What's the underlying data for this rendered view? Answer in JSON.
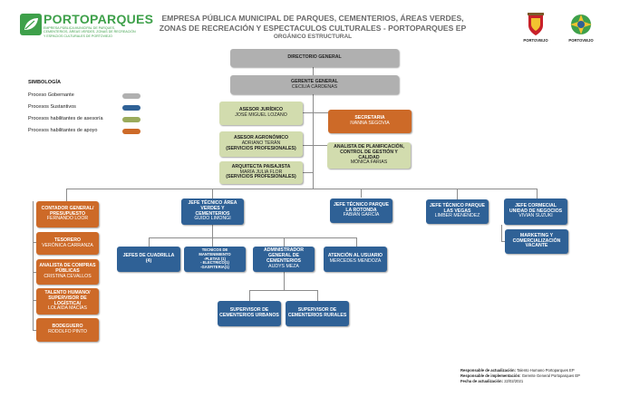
{
  "logo": {
    "brand": "PORTOPARQUES",
    "subtitle_lines": [
      "EMPRESA PÚBLICA MUNICIPAL DE PARQUES,",
      "CEMENTERIOS, ÁREAS VERDES, ZONAS DE RECREACIÓN",
      "Y ESPACIOS CULTURALES DE PORTOVIEJO"
    ]
  },
  "header": {
    "line1": "EMPRESA PÚBLICA MUNICIPAL DE PARQUES, CEMENTERIOS, ÁREAS VERDES,",
    "line2": "ZONAS DE RECREACIÓN Y ESPECTACULOS CULTURALES - PORTOPARQUES EP",
    "line3": "ORGÁNICO ESTRUCTURAL"
  },
  "right_logos": {
    "left_caption": "PORTOVIEJO",
    "right_caption": "PORTOVIEJO"
  },
  "legend": {
    "title": "SIMBOLOGÍA",
    "items": [
      {
        "label": "Proceso Gobernante",
        "color": "#b0b0b0"
      },
      {
        "label": "Procesos Sustantivos",
        "color": "#2f6196"
      },
      {
        "label": "Procesos habilitantes de asesoría",
        "color": "#9aab5b"
      },
      {
        "label": "Procesos habilitantes de apoyo",
        "color": "#cd6a28"
      }
    ]
  },
  "nodes": {
    "directorio": {
      "title": "DIRECTORIO GENERAL"
    },
    "gerente": {
      "title": "GERENTE GENERAL",
      "name": "CECILIA CÁRDENAS"
    },
    "asesor_juridico": {
      "title": "ASESOR JURÍDICO",
      "name": "JOSÉ MIGUEL LOZANO"
    },
    "asesor_agronomico": {
      "title": "ASESOR AGRONÓMICO",
      "name": "ADRIANO TERÁN",
      "note": "(SERVICIOS PROFESIONALES)"
    },
    "arquitecta": {
      "title": "ARQUITECTA PAISAJISTA",
      "name": "MARÍA JULIA FLOR",
      "note": "(SERVICIOS PROFESIONALES)"
    },
    "secretaria": {
      "title": "SECRETARIA",
      "name": "IVANNA SEGOVIA"
    },
    "analista_plan": {
      "title": "ANALISTA DE PLANIFICACIÓN, CONTROL DE GESTIÓN Y CALIDAD",
      "name": "MÓNICA FARIAS"
    },
    "contador": {
      "title": "CONTADOR GENERAL/ PRESUPUESTO",
      "name": "FERNANDO LOOR"
    },
    "tesorero": {
      "title": "TESORERO",
      "name": "VERÓNICA CARRANZA"
    },
    "compras": {
      "title": "ANALISTA DE COMPRAS PÚBLICAS",
      "name": "CRISTINA CEVALLOS"
    },
    "talento": {
      "title": "TALENTO HUMANO/ SUPERVISOR DE LOGÍSTICA/",
      "name": "LOLAIDA MACÍAS"
    },
    "bodeguero": {
      "title": "BODEGUERO",
      "name": "RODOLFO PINTO"
    },
    "jefe_areas": {
      "title": "JEFE TÉCNICO ÁREA VERDES Y CEMENTERIOS",
      "name": "GUIDO LIMONGI"
    },
    "jefe_rotonda": {
      "title": "JEFE TÉCNICO PARQUE LA ROTONDA",
      "name": "FABIÁN GARCÍA"
    },
    "jefe_vegas": {
      "title": "JEFE TÉCNICO PARQUE LAS VEGAS",
      "name": "LIMBER MENÉNDEZ"
    },
    "jefe_comercial": {
      "title": "JEFE CORMECIAL UNIDAD DE NEGOCIOS",
      "name": "VIVIAN SUZUKI"
    },
    "marketing": {
      "title": "MARKETING Y COMERCIALIZACIÓN",
      "name": "VACANTE"
    },
    "cuadrilla": {
      "title": "JEFES DE CUADRILLA",
      "name": "(4)"
    },
    "mantenimiento": {
      "title": "TECNICOS DE MANTENIMIENTO",
      "lines": [
        "-PLETAS (1)",
        "- ELECTRICO(1)",
        "-GASFITERIA(1)"
      ]
    },
    "administrador": {
      "title": "ADMINISTRADOR GENERAL DE CEMENTERIOS",
      "name": "AUDYS MEZA"
    },
    "atencion": {
      "title": "ATENCIÓN AL USUARIO",
      "name": "MERCEDES MENDOZA"
    },
    "sup_urbanos": {
      "title": "SUPERVISOR DE CEMENTERIOS URBANOS"
    },
    "sup_rurales": {
      "title": "SUPERVISOR DE CEMENTERIOS RURALES"
    }
  },
  "footer": {
    "update_label": "Responsable de actualización:",
    "update_value": "Talento Humano Portoparques EP",
    "impl_label": "Responsable de implementación:",
    "impl_value": "Gerente General Portoparques EP",
    "date_label": "Fecha de actualización:",
    "date_value": "22/02/2021"
  }
}
